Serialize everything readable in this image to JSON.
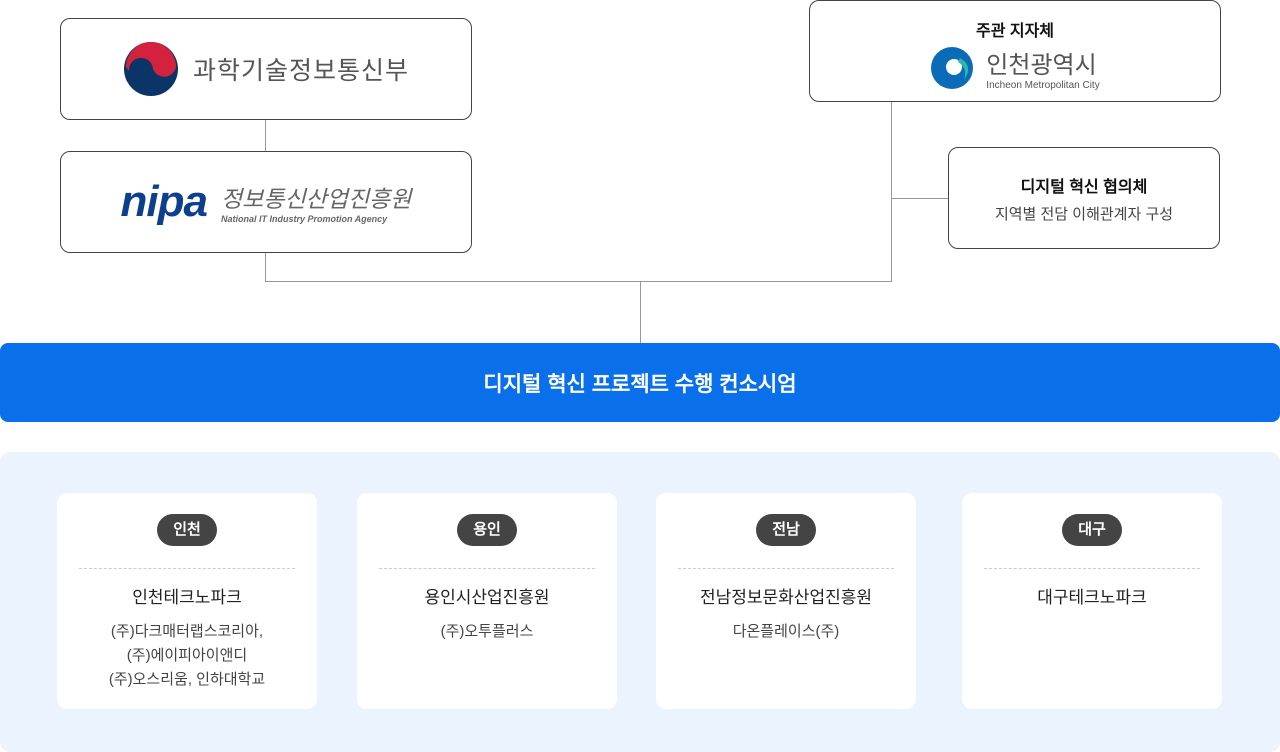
{
  "top": {
    "msit": {
      "name": "과학기술정보통신부"
    },
    "nipa": {
      "wordmark": "nipa",
      "name": "정보통신산업진흥원",
      "english": "National IT Industry Promotion Agency"
    },
    "local": {
      "label": "주관 지자체",
      "name": "인천광역시",
      "english": "Incheon Metropolitan City"
    },
    "council": {
      "title": "디지털 혁신 협의체",
      "desc": "지역별 전담 이해관계자 구성"
    }
  },
  "consortium": {
    "title": "디지털 혁신 프로젝트 수행 컨소시엄"
  },
  "regions": [
    {
      "badge": "인천",
      "org": "인천테크노파크",
      "members": [
        "(주)다크매터랩스코리아,",
        "(주)에이피아이앤디",
        "(주)오스리움, 인하대학교"
      ]
    },
    {
      "badge": "용인",
      "org": "용인시산업진흥원",
      "members": [
        "(주)오투플러스"
      ]
    },
    {
      "badge": "전남",
      "org": "전남정보문화산업진흥원",
      "members": [
        "다온플레이스(주)"
      ]
    },
    {
      "badge": "대구",
      "org": "대구테크노파크",
      "members": []
    }
  ],
  "colors": {
    "primary": "#0a6fea",
    "panel": "#ebf3fe",
    "badge": "#444444"
  }
}
